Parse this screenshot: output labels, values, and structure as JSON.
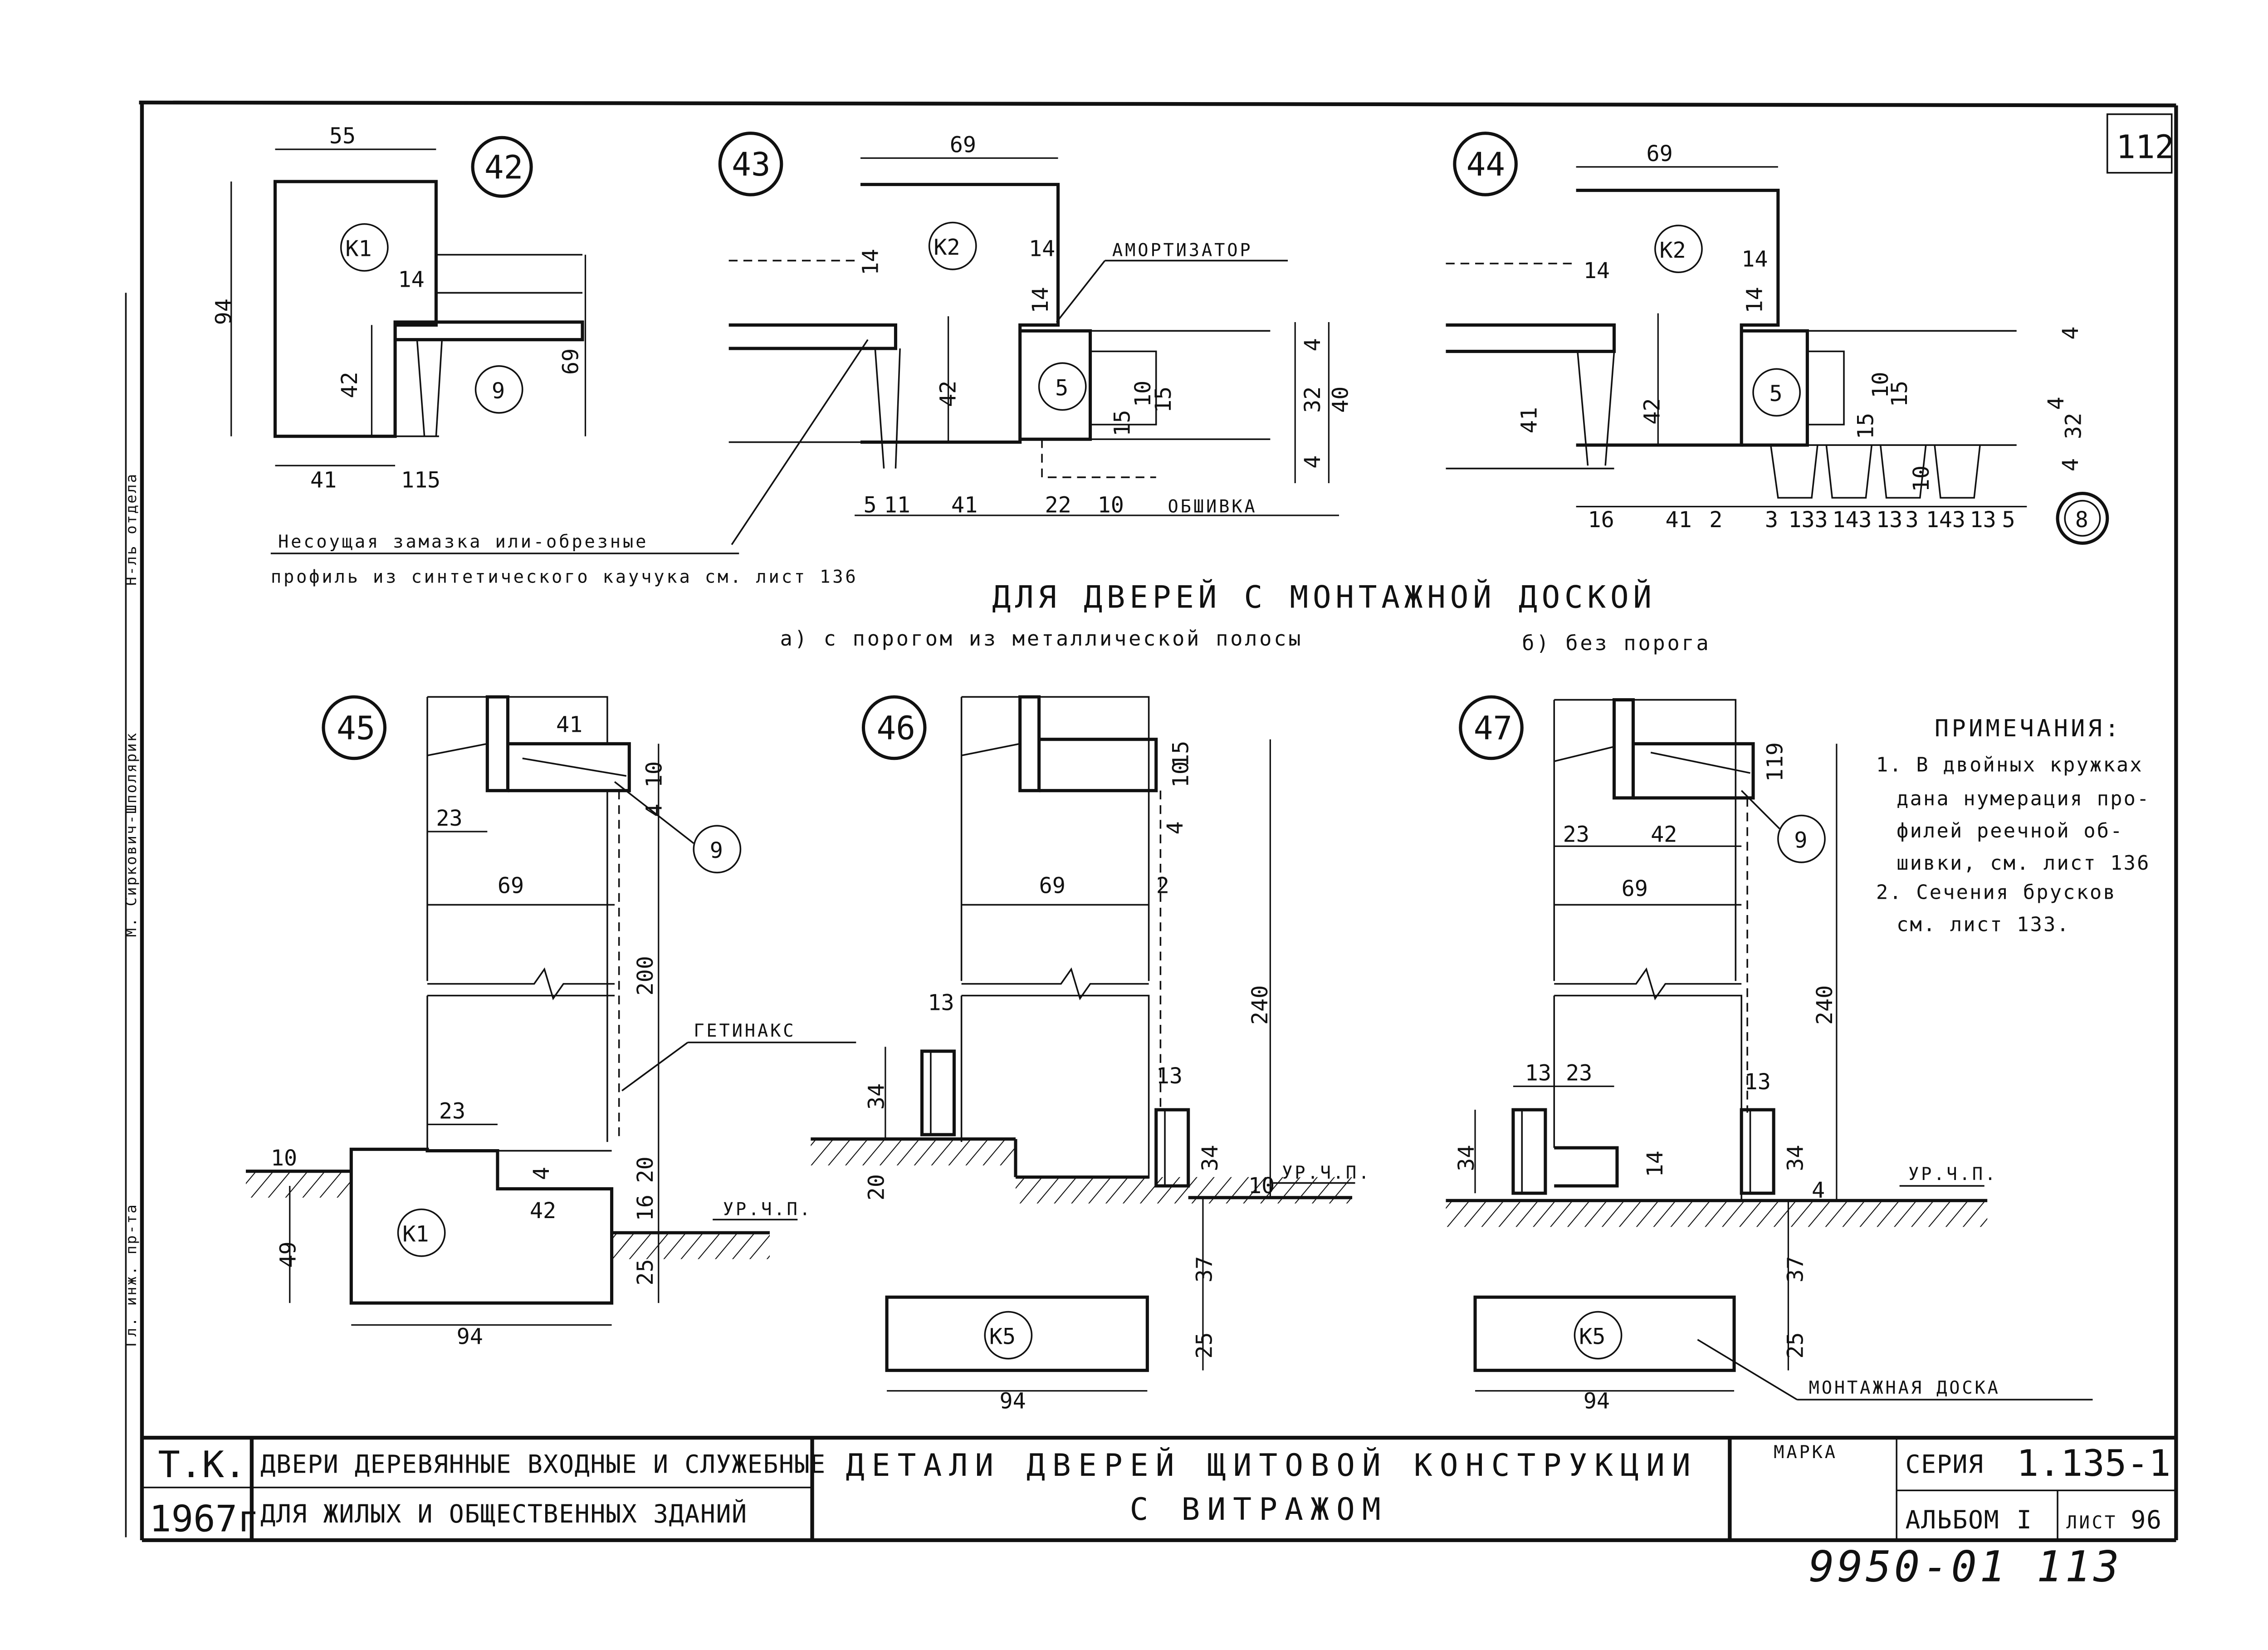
{
  "sheet_number": "112",
  "heading": "ДЛЯ ДВЕРЕЙ С МОНТАЖНОЙ ДОСКОЙ",
  "sub_a": "а) с порогом из металлической полосы",
  "sub_b": "б) без порога",
  "callout_seal": "Несоущая замазка или-обрезные",
  "callout_profile": "профиль из синтетического каучука см. лист 136",
  "amortizer": "АМОРТИЗАТОР",
  "obshivka": "ОБШИВКА",
  "getinaks": "ГЕТИНАКС",
  "montazh_board": "МОНТАЖНАЯ ДОСКА",
  "floor_level": "УР.Ч.П.",
  "notes_title": "ПРИМЕЧАНИЯ:",
  "notes": [
    "1. В двойных кружках",
    "дана нумерация про-",
    "филей реечной об-",
    "шивки, см. лист 136",
    "2. Сечения брусков",
    "см. лист 133."
  ],
  "details": [
    {
      "number": "42",
      "marks": [
        "К1",
        "9"
      ],
      "dims": [
        "55",
        "94",
        "14",
        "42",
        "69",
        "41",
        "11",
        "5"
      ]
    },
    {
      "number": "43",
      "marks": [
        "К2",
        "5"
      ],
      "dims": [
        "69",
        "14",
        "14",
        "14",
        "42",
        "4",
        "32",
        "40",
        "10",
        "15",
        "15",
        "4",
        "5",
        "11",
        "41",
        "22",
        "10"
      ]
    },
    {
      "number": "44",
      "marks": [
        "К2",
        "5",
        "8"
      ],
      "dims": [
        "69",
        "14",
        "14",
        "14",
        "42",
        "41",
        "4",
        "10",
        "15",
        "15",
        "4",
        "32",
        "4",
        "10",
        "16",
        "41",
        "2",
        "3",
        "13",
        "3",
        "14",
        "3",
        "13",
        "3",
        "14",
        "3",
        "13",
        "5"
      ]
    },
    {
      "number": "45",
      "marks": [
        "9",
        "К1"
      ],
      "dims": [
        "41",
        "10",
        "4",
        "23",
        "69",
        "200",
        "23",
        "10",
        "4",
        "20",
        "42",
        "16",
        "49",
        "25",
        "94"
      ]
    },
    {
      "number": "46",
      "marks": [
        "К5"
      ],
      "dims": [
        "10",
        "15",
        "4",
        "69",
        "2",
        "240",
        "13",
        "34",
        "13",
        "20",
        "34",
        "10",
        "37",
        "25",
        "94"
      ]
    },
    {
      "number": "47",
      "marks": [
        "9",
        "К5"
      ],
      "dims": [
        "11",
        "9",
        "23",
        "42",
        "69",
        "240",
        "13",
        "23",
        "13",
        "34",
        "14",
        "34",
        "4",
        "37",
        "25",
        "94"
      ]
    }
  ],
  "title_block": {
    "org": "Т.К.",
    "year": "1967г",
    "object_line1": "ДВЕРИ ДЕРЕВЯННЫЕ ВХОДНЫЕ И СЛУЖЕБНЫЕ",
    "object_line2": "ДЛЯ ЖИЛЫХ И ОБЩЕСТВЕННЫХ ЗДАНИЙ",
    "drawing_title_line1": "ДЕТАЛИ ДВЕРЕЙ ЩИТОВОЙ КОНСТРУКЦИИ",
    "drawing_title_line2": "С ВИТРАЖОМ",
    "marka_label": "МАРКА",
    "seriya_label": "СЕРИЯ",
    "seriya_value": "1.135-1",
    "album_label": "АЛЬБОМ",
    "album_value": "I",
    "list_label": "ЛИСТ",
    "list_value": "96"
  },
  "stamp": "9950-01 113",
  "side_signatures": [
    "Гл. инж. пр-та",
    "М. Сиркович-Шполярик",
    "Н-ль отдела"
  ]
}
